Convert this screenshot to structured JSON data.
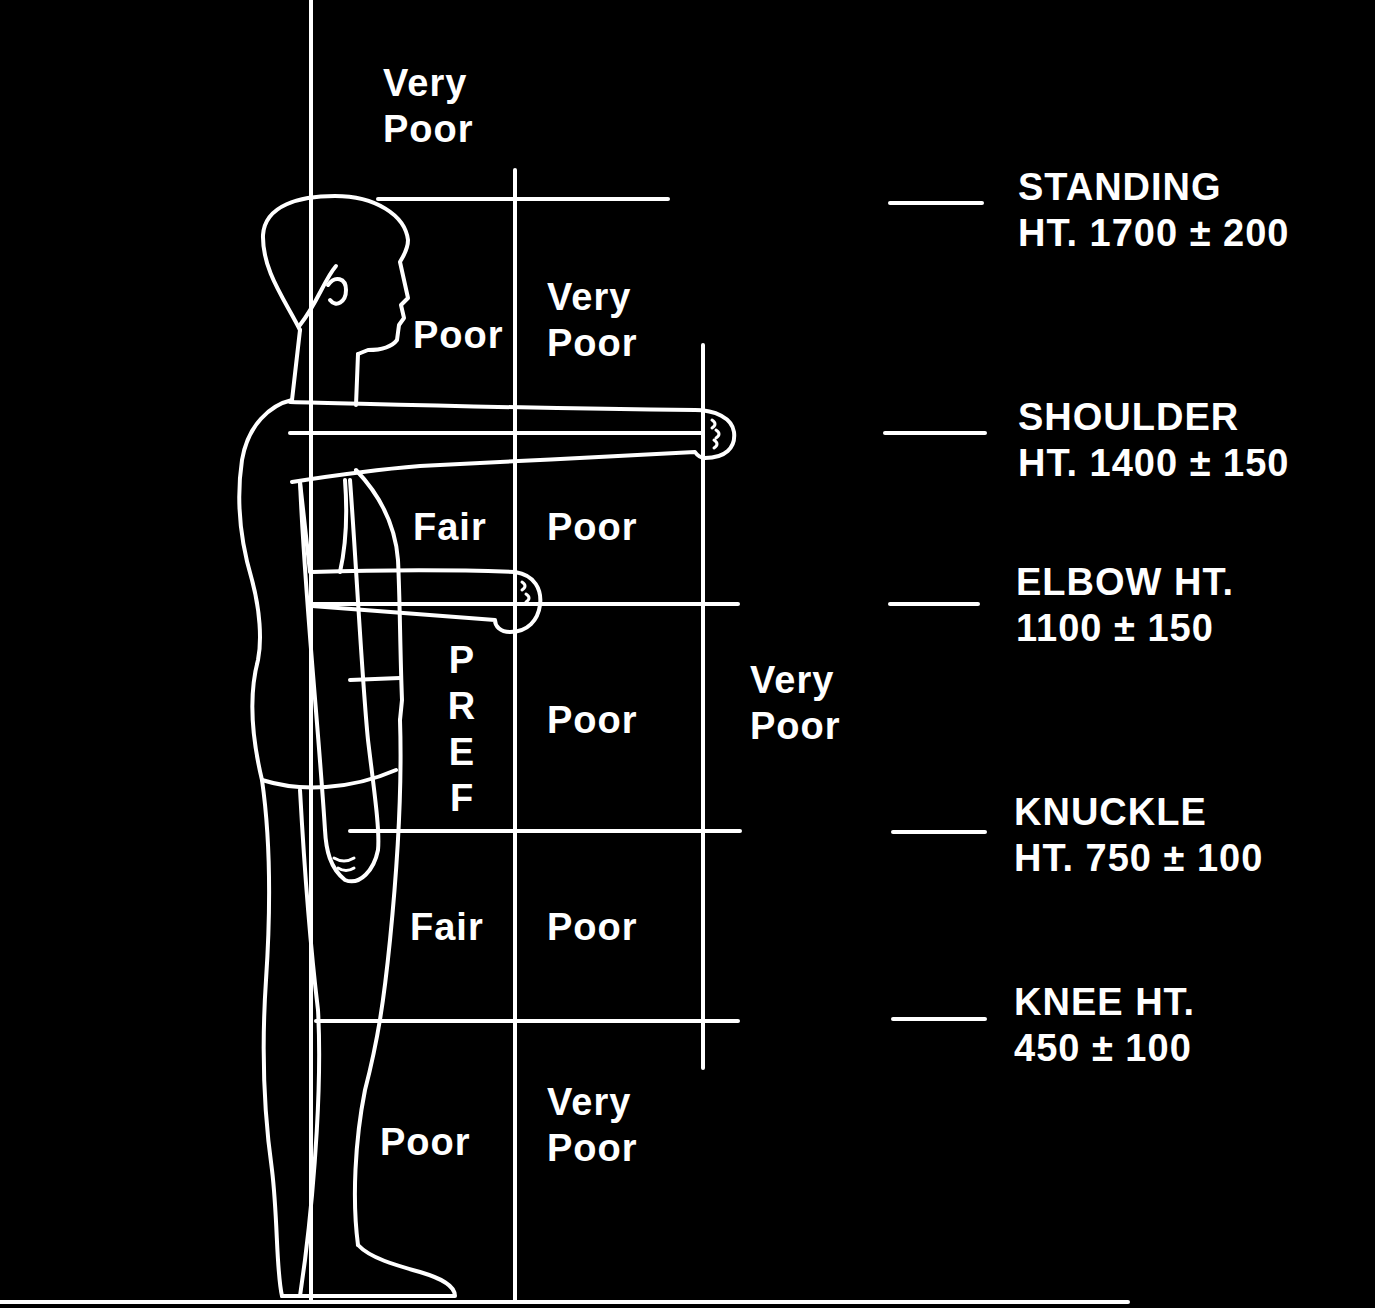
{
  "diagram": {
    "labels": [
      "Very Poor",
      "Poor",
      "Very Poor",
      "Fair",
      "Poor",
      "PREF",
      "Poor",
      "Very Poor",
      "Fair",
      "Poor",
      "Poor",
      "Very Poor",
      "STANDING HT. 1700 ± 200",
      "SHOULDER HT. 1400 ± 150",
      "ELBOW HT. 1100 ± 150",
      "KNUCKLE HT. 750 ± 100",
      "KNEE HT. 450 ± 100"
    ]
  }
}
